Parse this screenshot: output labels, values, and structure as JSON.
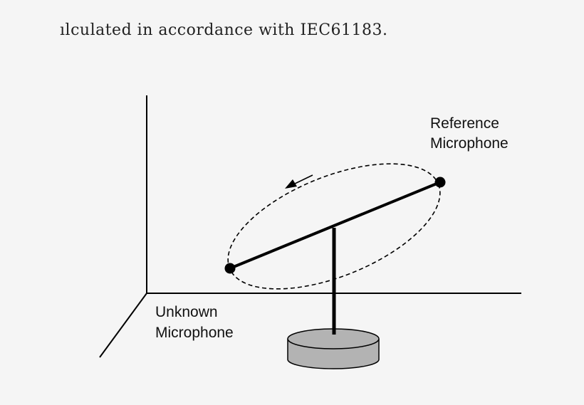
{
  "document": {
    "text_fragment": "ılculated in accordance with IEC61183."
  },
  "diagram": {
    "type": "3d-schematic",
    "subject": "rotating boom microphone calibration setup",
    "labels": {
      "reference_line1": "Reference",
      "reference_line2": "Microphone",
      "unknown_line1": "Unknown",
      "unknown_line2": "Microphone"
    },
    "elements": [
      "3d-axes",
      "rotating-arm",
      "dashed-circular-path",
      "rotation-direction-arrow",
      "vertical-stand",
      "cylindrical-base",
      "reference-microphone-point",
      "unknown-microphone-point"
    ],
    "colors": {
      "stroke": "#000000",
      "base_fill": "#b3b3b3",
      "background": "#f5f5f5"
    }
  }
}
